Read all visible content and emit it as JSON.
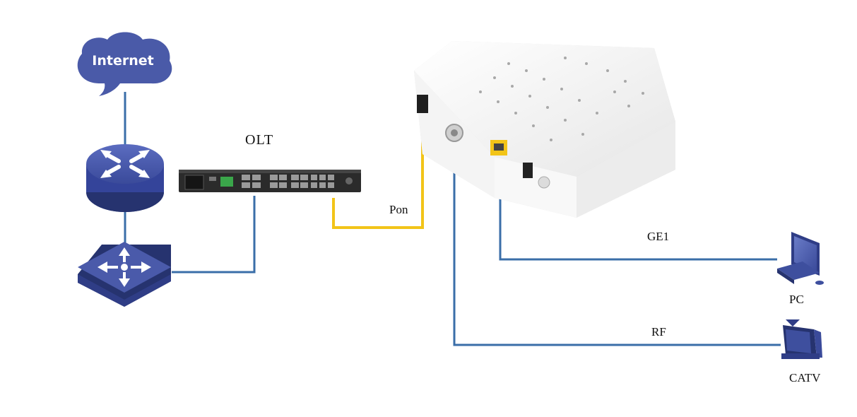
{
  "nodes": {
    "internet": {
      "label": "Internet"
    },
    "olt": {
      "label": "OLT"
    },
    "pc": {
      "label": "PC"
    },
    "catv": {
      "label": "CATV"
    }
  },
  "links": {
    "pon": {
      "label": "Pon"
    },
    "ge1": {
      "label": "GE1"
    },
    "rf": {
      "label": "RF"
    }
  },
  "colors": {
    "ethernet_line": "#3a6ea8",
    "pon_line": "#f2c418",
    "device_blue": "#3e4f9e",
    "cloud": "#4a5aa8"
  }
}
